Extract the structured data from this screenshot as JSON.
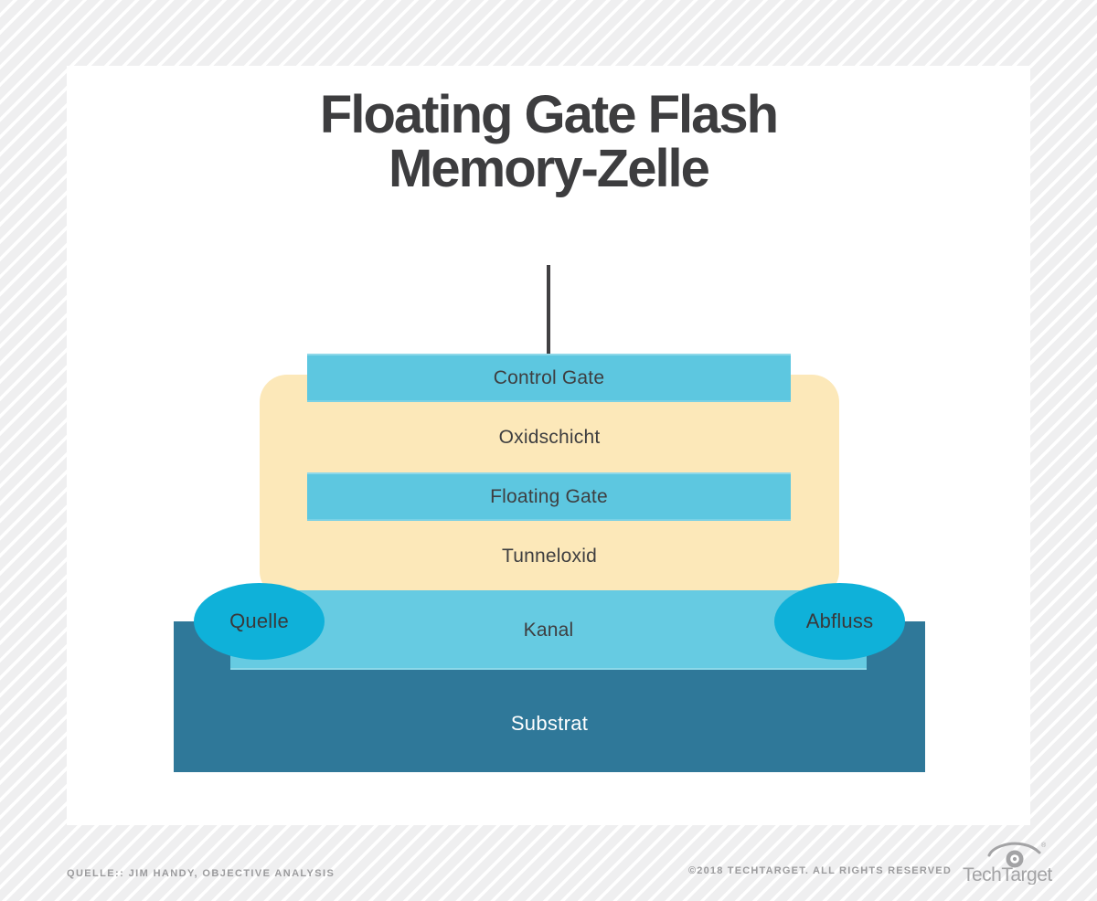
{
  "title": {
    "line1": "Floating Gate Flash",
    "line2": "Memory-Zelle"
  },
  "diagram": {
    "layers": {
      "control_gate": "Control Gate",
      "oxidschicht": "Oxidschicht",
      "floating_gate": "Floating Gate",
      "tunneloxid": "Tunneloxid",
      "kanal": "Kanal",
      "substrat": "Substrat"
    },
    "terminals": {
      "source": "Quelle",
      "drain": "Abfluss"
    }
  },
  "colors": {
    "gate_bar": "#5dc7e0",
    "oxide_body": "#fce8b9",
    "channel": "#66cbe2",
    "terminal": "#0fb1d9",
    "substrate": "#2f7899",
    "wire": "#414042",
    "title_text": "#3d3d3f",
    "logo_gray": "#a3a3a5"
  },
  "footer": {
    "source": "Quelle:: Jim Handy, Objective Analysis",
    "copyright": "©2018 TechTarget. All rights reserved",
    "brand": "TechTarget",
    "registered": "®"
  }
}
